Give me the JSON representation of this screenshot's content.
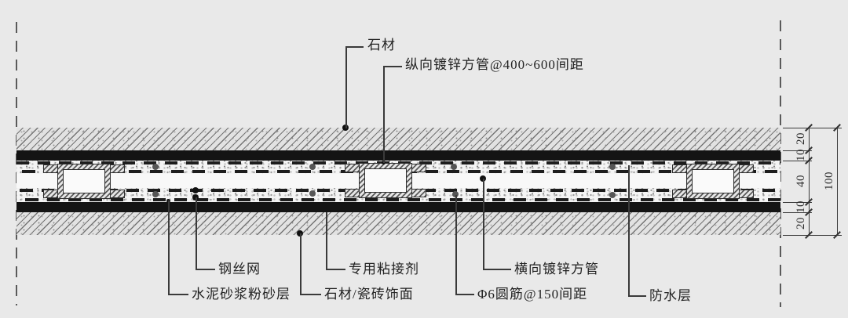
{
  "labels": {
    "stone": "石材",
    "longitudinal_tube": "纵向镀锌方管@400~600间距",
    "wire_mesh": "钢丝网",
    "cement_mortar": "水泥砂浆粉砂层",
    "adhesive": "专用粘接剂",
    "transverse_tube": "横向镀锌方管",
    "stone_tile_finish": "石材/瓷砖饰面",
    "round_bar": "Φ6圆筋@150间距",
    "waterproof": "防水层"
  },
  "dimensions": {
    "segments": [
      "20",
      "10",
      "40",
      "10",
      "20"
    ],
    "total": "100"
  },
  "colors": {
    "background": "#e9e9e9",
    "line": "#3a3a3a",
    "solid_band": "#141414"
  }
}
